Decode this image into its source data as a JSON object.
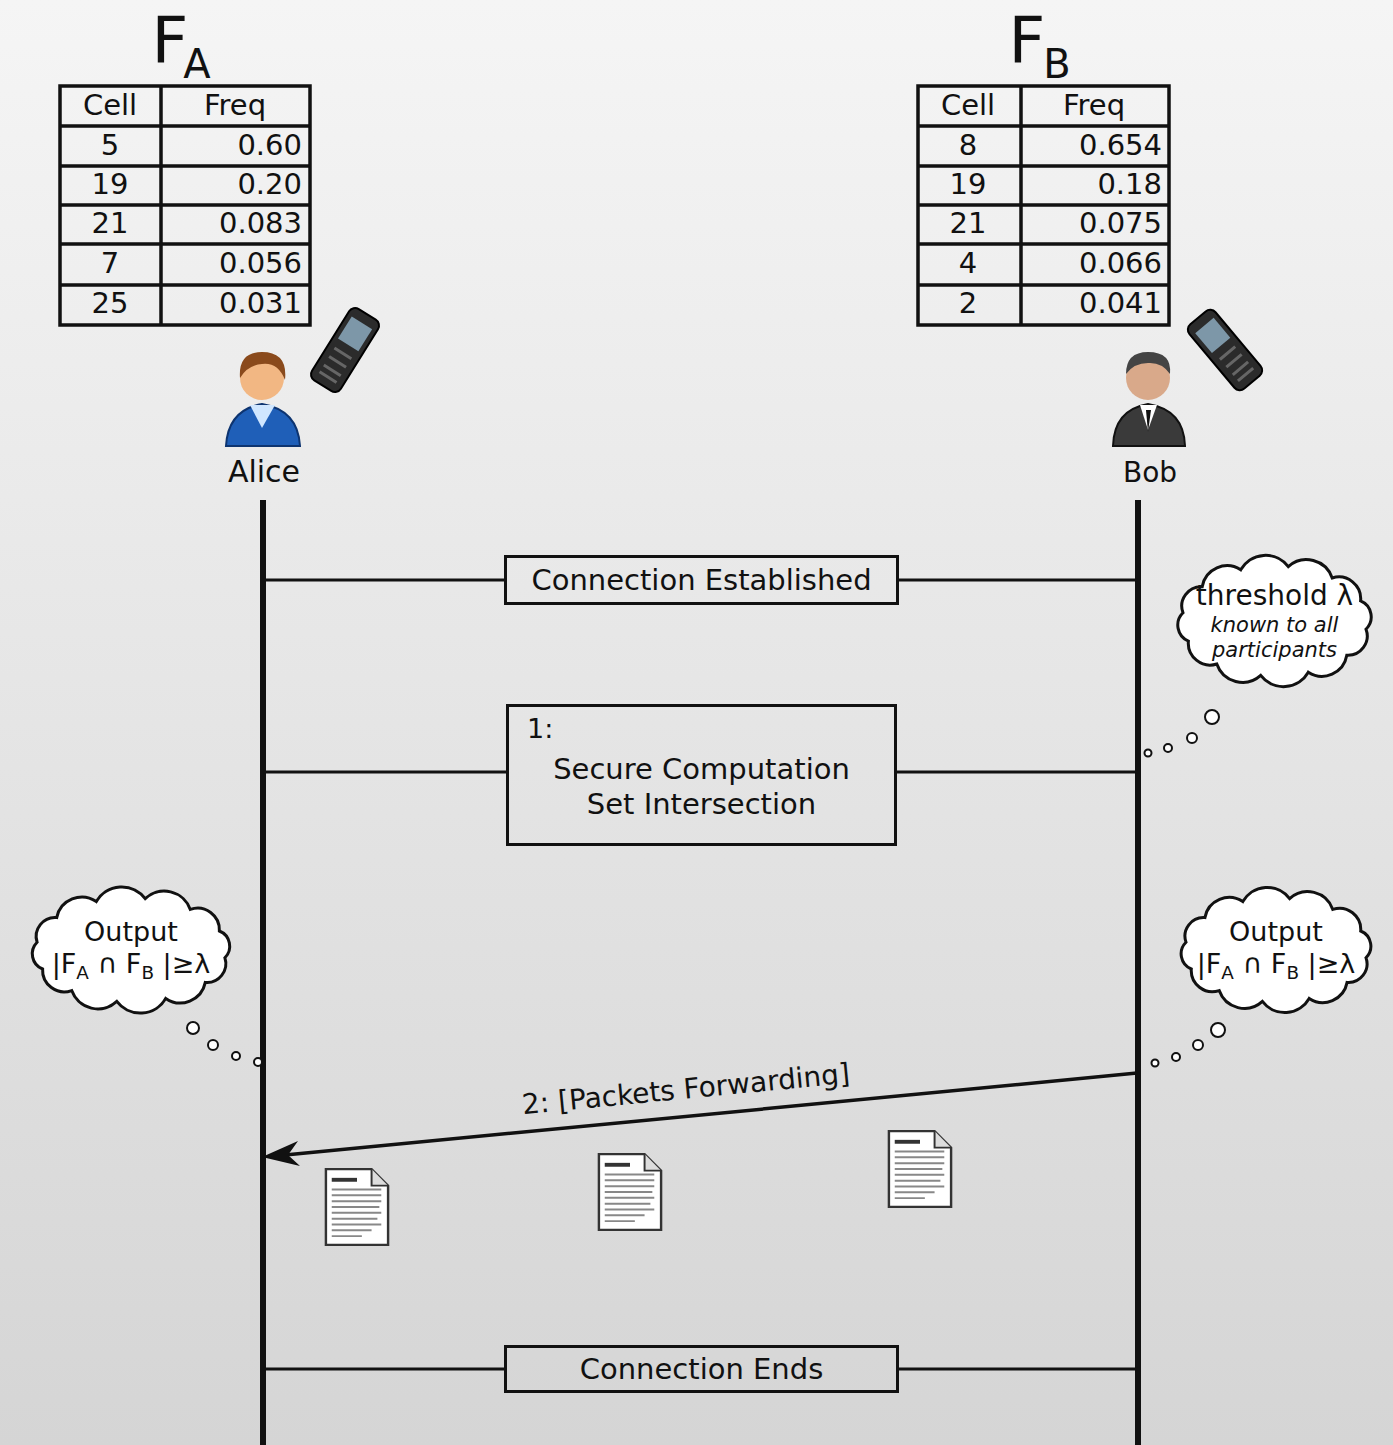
{
  "diagram": {
    "nodes": [
      {
        "text": [
          "Connection Established"
        ]
      },
      {
        "text": [
          "1:",
          "Secure Computation Set Intersection"
        ]
      },
      {
        "text": [
          "threshold λ",
          "known to all participants"
        ]
      },
      {
        "text": [
          "Output",
          "|F",
          "A",
          " ∩ F",
          "B",
          " |≥λ"
        ]
      },
      {
        "text": [
          "Output",
          "|F",
          "A",
          " ∩ F",
          "B",
          " |≥λ"
        ]
      },
      {
        "text": [
          "Connection Ends"
        ]
      }
    ],
    "labels": [
      "F",
      "A",
      "F",
      "B",
      "Cell",
      "Freq",
      "5",
      "0.60",
      "19",
      "0.20",
      "21",
      "0.083",
      "7",
      "0.056",
      "25",
      "0.031",
      "Cell",
      "Freq",
      "8",
      "0.654",
      "19",
      "0.18",
      "21",
      "0.075",
      "4",
      "0.066",
      "2",
      "0.041",
      "2: [Packets Forwarding]",
      "Alice",
      "Bob"
    ]
  }
}
